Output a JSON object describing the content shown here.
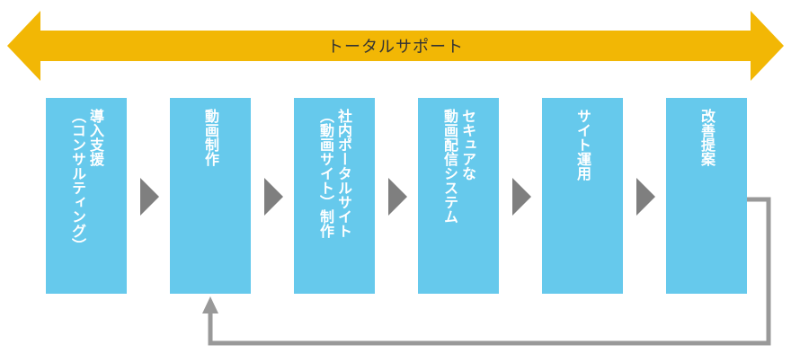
{
  "banner": {
    "label": "トータルサポート",
    "color": "#f2b705"
  },
  "steps": [
    {
      "lines": [
        "導入支援",
        "（コンサルティング）"
      ]
    },
    {
      "lines": [
        "動画制作"
      ]
    },
    {
      "lines": [
        "社内ポータルサイト",
        "（動画サイト）制作"
      ]
    },
    {
      "lines": [
        "セキュアな",
        "動画配信システム"
      ]
    },
    {
      "lines": [
        "サイト運用"
      ]
    },
    {
      "lines": [
        "改善提案"
      ]
    }
  ],
  "colors": {
    "step_box": "#66c9ec",
    "chevron": "#7f7f7f",
    "feedback_line": "#999999",
    "step_text": "#ffffff"
  }
}
